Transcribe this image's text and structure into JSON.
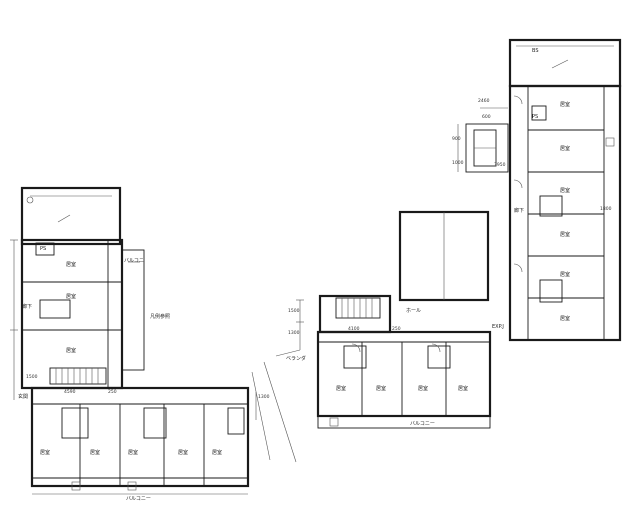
{
  "room_label": "居室",
  "balcony_label": "バルコニー",
  "balcony_short": "バルコニ",
  "veranda_label": "ベランダ",
  "entrance_label": "玄関",
  "corridor_label": "廊下",
  "hall_label": "ホール",
  "note_label": "凡例参照",
  "bs_label": "BS",
  "ps_label": "PS",
  "exp_label": "EXP.J",
  "dims": {
    "d4590": "4590",
    "d1800": "1800",
    "d1500": "1500",
    "d1300": "1300",
    "d1000": "1000",
    "d900": "900",
    "d250": "250",
    "d2460": "2460",
    "d600": "600",
    "d3950": "3950",
    "d4100": "4100"
  }
}
